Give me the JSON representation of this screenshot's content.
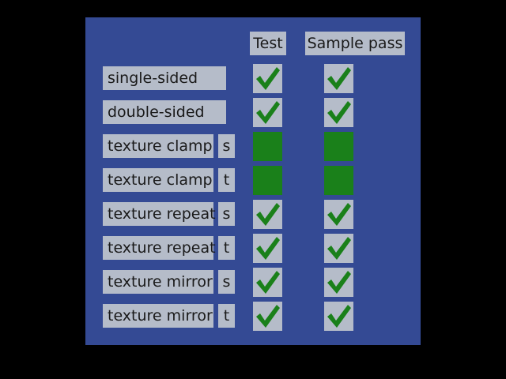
{
  "headers": {
    "test": "Test",
    "sample": "Sample pass"
  },
  "colors": {
    "panel": "#344a94",
    "label_bg": "#b5bcc9",
    "pass_green": "#1a801a"
  },
  "rows": [
    {
      "label": "single-sided",
      "axis": "",
      "test": "check",
      "sample": "check"
    },
    {
      "label": "double-sided",
      "axis": "",
      "test": "check",
      "sample": "check"
    },
    {
      "label": "texture clamp",
      "axis": "s",
      "test": "solid",
      "sample": "solid"
    },
    {
      "label": "texture clamp",
      "axis": "t",
      "test": "solid",
      "sample": "solid"
    },
    {
      "label": "texture repeat",
      "axis": "s",
      "test": "check",
      "sample": "check"
    },
    {
      "label": "texture repeat",
      "axis": "t",
      "test": "check",
      "sample": "check"
    },
    {
      "label": "texture mirror",
      "axis": "s",
      "test": "check",
      "sample": "check"
    },
    {
      "label": "texture mirror",
      "axis": "t",
      "test": "check",
      "sample": "check"
    }
  ]
}
